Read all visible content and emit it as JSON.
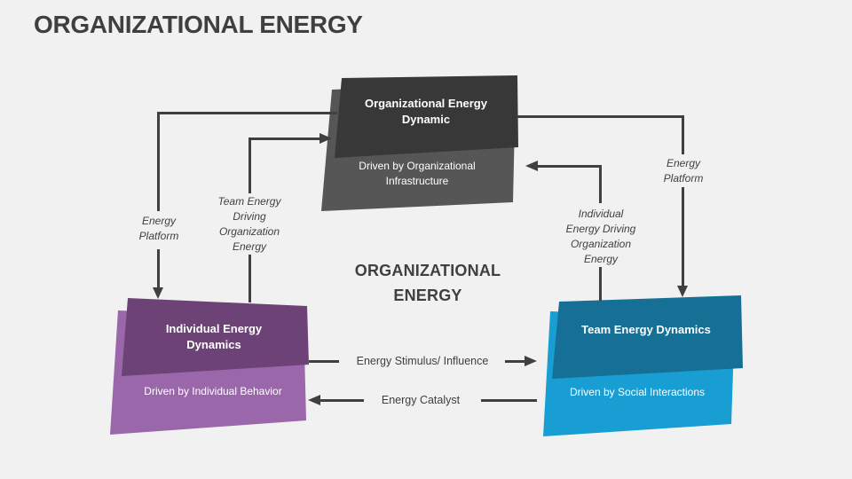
{
  "slide": {
    "title": "ORGANIZATIONAL ENERGY",
    "center_label": [
      "ORGANIZATIONAL",
      "ENERGY"
    ]
  },
  "boxes": {
    "organizational": {
      "title": "Organizational Energy Dynamic",
      "subtitle": "Driven by Organizational Infrastructure"
    },
    "individual": {
      "title": "Individual Energy Dynamics",
      "subtitle": "Driven by Individual Behavior"
    },
    "team": {
      "title": "Team Energy Dynamics",
      "subtitle": "Driven by Social Interactions"
    }
  },
  "labels": {
    "left_platform": [
      "Energy",
      "Platform"
    ],
    "team_driving": [
      "Team Energy",
      "Driving",
      "Organization",
      "Energy"
    ],
    "individual_driving": [
      "Individual",
      "Energy Driving",
      "Organization",
      "Energy"
    ],
    "right_platform": [
      "Energy",
      "Platform"
    ],
    "stimulus": "Energy Stimulus/ Influence",
    "catalyst": "Energy Catalyst"
  },
  "colors": {
    "background": "#f1f1f1",
    "text": "#3f3f3f",
    "line": "#404040",
    "gray_front": "#383838",
    "gray_back": "#565656",
    "purple_front": "#6d4276",
    "purple_back": "#9a67aa",
    "teal_front": "#166f94",
    "teal_back": "#199ed3"
  }
}
